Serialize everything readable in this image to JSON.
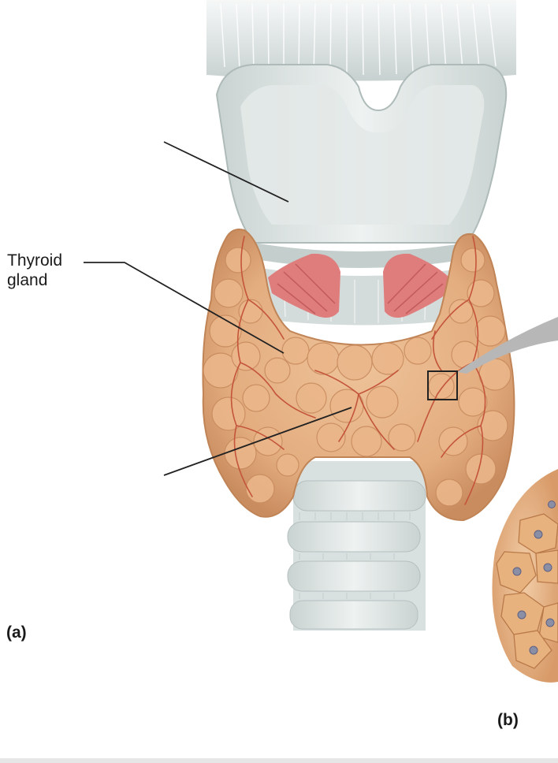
{
  "labels": {
    "thyroid_line1": "Thyroid",
    "thyroid_line2": "gland",
    "panel_a": "(a)",
    "panel_b": "(b)"
  },
  "colors": {
    "thyroid_fill": "#e3ad7f",
    "thyroid_shade": "#c98c5f",
    "vessel": "#c4553a",
    "cartilage": "#dfe6e5",
    "cartilage_shade": "#b8c4c2",
    "muscle": "#df7c7c",
    "leader_line": "#222222"
  },
  "icons": {
    "zoom_box": "square-outline-icon",
    "callout": "callout-wedge-icon"
  }
}
